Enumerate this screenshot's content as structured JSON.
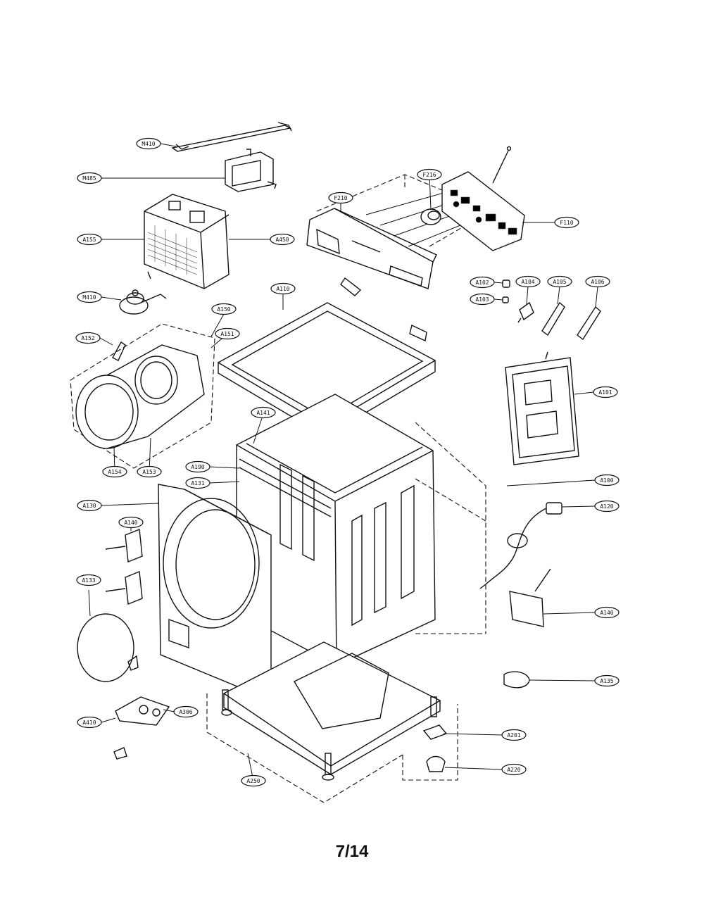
{
  "diagram": {
    "callouts": [
      {
        "id": "M410"
      },
      {
        "id": "M485"
      },
      {
        "id": "A155"
      },
      {
        "id": "A450"
      },
      {
        "id": "M410b",
        "label": "M410"
      },
      {
        "id": "F210"
      },
      {
        "id": "F216"
      },
      {
        "id": "F110"
      },
      {
        "id": "A102"
      },
      {
        "id": "A103"
      },
      {
        "id": "A104"
      },
      {
        "id": "A105"
      },
      {
        "id": "A106"
      },
      {
        "id": "A110"
      },
      {
        "id": "A150"
      },
      {
        "id": "A151"
      },
      {
        "id": "A152"
      },
      {
        "id": "A154"
      },
      {
        "id": "A153"
      },
      {
        "id": "A101"
      },
      {
        "id": "A141"
      },
      {
        "id": "A190"
      },
      {
        "id": "A131"
      },
      {
        "id": "A100"
      },
      {
        "id": "A130"
      },
      {
        "id": "A140"
      },
      {
        "id": "A133"
      },
      {
        "id": "A120"
      },
      {
        "id": "A140b",
        "label": "A140"
      },
      {
        "id": "A135"
      },
      {
        "id": "A410"
      },
      {
        "id": "A306"
      },
      {
        "id": "A201"
      },
      {
        "id": "A250"
      },
      {
        "id": "A220"
      }
    ]
  },
  "page_number": "7/14"
}
